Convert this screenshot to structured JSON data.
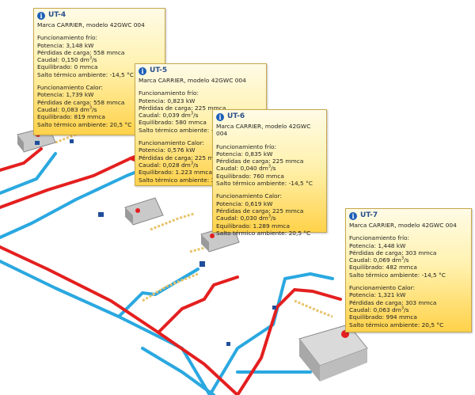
{
  "units": [
    {
      "name": "UT-4",
      "brand": "Marca CARRIER, modelo 42GWC 004",
      "cold_title": "Funcionamiento frío:",
      "cold": {
        "potencia": "Potencia: 3,148 kW",
        "perdidas": "Pérdidas de carga: 558 mmca",
        "caudal": "Caudal: 0,150 dm",
        "equilibrado": "Equilibrado: 0 mmca",
        "salto": "Salto térmico ambiente: -14,5 °C"
      },
      "heat_title": "Funcionamiento Calor:",
      "heat": {
        "potencia": "Potencia: 1,739 kW",
        "perdidas": "Pérdidas de carga: 558 mmca",
        "caudal": "Caudal: 0,083 dm",
        "equilibrado": "Equilibrado: 819 mmca",
        "salto": "Salto térmico ambiente: 20,5 °C"
      }
    },
    {
      "name": "UT-5",
      "brand": "Marca CARRIER, modelo 42GWC 004",
      "cold_title": "Funcionamiento frío:",
      "cold": {
        "potencia": "Potencia: 0,823 kW",
        "perdidas": "Pérdidas de carga: 225 mmca",
        "caudal": "Caudal: 0,039 dm",
        "equilibrado": "Equilibrado: 580 mmca",
        "salto": "Salto térmico ambiente: -14,5 °C"
      },
      "heat_title": "Funcionamiento Calor:",
      "heat": {
        "potencia": "Potencia: 0,576 kW",
        "perdidas": "Pérdidas de carga: 225 mmca",
        "caudal": "Caudal: 0,028 dm",
        "equilibrado": "Equilibrado: 1.223 mmca",
        "salto": "Salto térmico ambiente: 20,5 °C"
      }
    },
    {
      "name": "UT-6",
      "brand": "Marca CARRIER, modelo 42GWC 004",
      "cold_title": "Funcionamiento frío:",
      "cold": {
        "potencia": "Potencia: 0,835 kW",
        "perdidas": "Pérdidas de carga: 225 mmca",
        "caudal": "Caudal: 0,040 dm",
        "equilibrado": "Equilibrado: 760 mmca",
        "salto": "Salto térmico ambiente: -14,5 °C"
      },
      "heat_title": "Funcionamiento Calor:",
      "heat": {
        "potencia": "Potencia: 0,619 kW",
        "perdidas": "Pérdidas de carga: 225 mmca",
        "caudal": "Caudal: 0,030 dm",
        "equilibrado": "Equilibrado: 1.289 mmca",
        "salto": "Salto térmico ambiente: 20,5 °C"
      }
    },
    {
      "name": "UT-7",
      "brand": "Marca CARRIER, modelo 42GWC 004",
      "cold_title": "Funcionamiento frío:",
      "cold": {
        "potencia": "Potencia: 1,448 kW",
        "perdidas": "Pérdidas de carga: 303 mmca",
        "caudal": "Caudal: 0,069 dm",
        "equilibrado": "Equilibrado: 482 mmca",
        "salto": "Salto térmico ambiente: -14,5 °C"
      },
      "heat_title": "Funcionamiento Calor:",
      "heat": {
        "potencia": "Potencia: 1,321 kW",
        "perdidas": "Pérdidas de carga: 303 mmca",
        "caudal": "Caudal: 0,063 dm",
        "equilibrado": "Equilibrado: 994 mmca",
        "salto": "Salto térmico ambiente: 20,5 °C"
      }
    }
  ],
  "flow_unit": {
    "exponent": "3",
    "suffix": "/s"
  },
  "colors": {
    "supply_pipe": "#e41f1f",
    "return_pipe": "#2aa8e0",
    "tooltip_border": "#c8a84a",
    "info_icon": "#1d5fb8"
  }
}
